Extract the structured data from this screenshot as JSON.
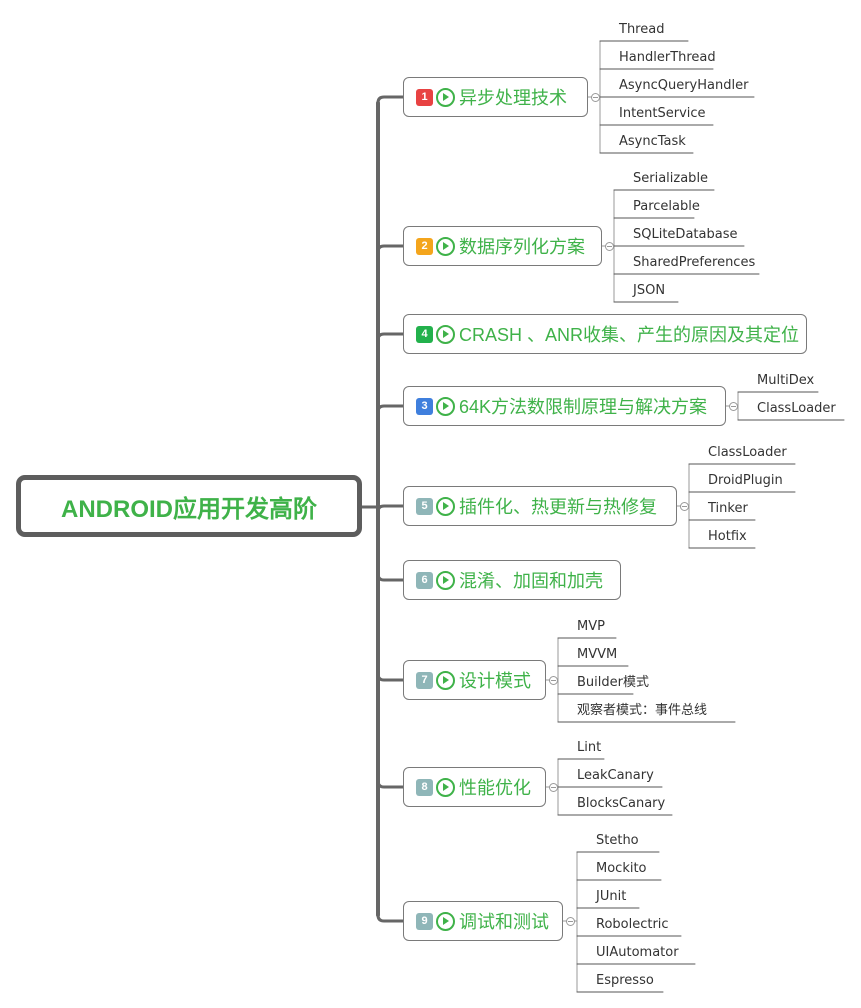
{
  "root": {
    "title": "ANDROID应用开发高阶"
  },
  "branches": [
    {
      "num": "1",
      "color": "#e84242",
      "label": "异步处理技术",
      "children": [
        "Thread",
        "HandlerThread",
        "AsyncQueryHandler",
        "IntentService",
        "AsyncTask"
      ]
    },
    {
      "num": "2",
      "color": "#f4a51c",
      "label": "数据序列化方案",
      "children": [
        "Serializable",
        "Parcelable",
        "SQLiteDatabase",
        "SharedPreferences",
        "JSON"
      ]
    },
    {
      "num": "4",
      "color": "#22b14c",
      "label": "CRASH 、ANR收集、产生的原因及其定位",
      "children": []
    },
    {
      "num": "3",
      "color": "#3f7fdd",
      "label": "64K方法数限制原理与解决方案",
      "children": [
        "MultiDex",
        "ClassLoader"
      ]
    },
    {
      "num": "5",
      "color": "#8fb6b8",
      "label": "插件化、热更新与热修复",
      "children": [
        "ClassLoader",
        "DroidPlugin",
        "Tinker",
        "Hotfix"
      ]
    },
    {
      "num": "6",
      "color": "#8fb6b8",
      "label": "混淆、加固和加壳",
      "children": []
    },
    {
      "num": "7",
      "color": "#8fb6b8",
      "label": "设计模式",
      "children": [
        "MVP",
        "MVVM",
        "Builder模式",
        "观察者模式：事件总线"
      ]
    },
    {
      "num": "8",
      "color": "#8fb6b8",
      "label": "性能优化",
      "children": [
        "Lint",
        "LeakCanary",
        "BlocksCanary"
      ]
    },
    {
      "num": "9",
      "color": "#8fb6b8",
      "label": "调试和测试",
      "children": [
        "Stetho",
        "Mockito",
        "JUnit",
        "Robolectric",
        "UIAutomator",
        "Espresso"
      ]
    }
  ],
  "icons": {
    "badge": "number-badge-icon",
    "play": "play-circle-icon",
    "collapse": "collapse-minus-icon"
  }
}
